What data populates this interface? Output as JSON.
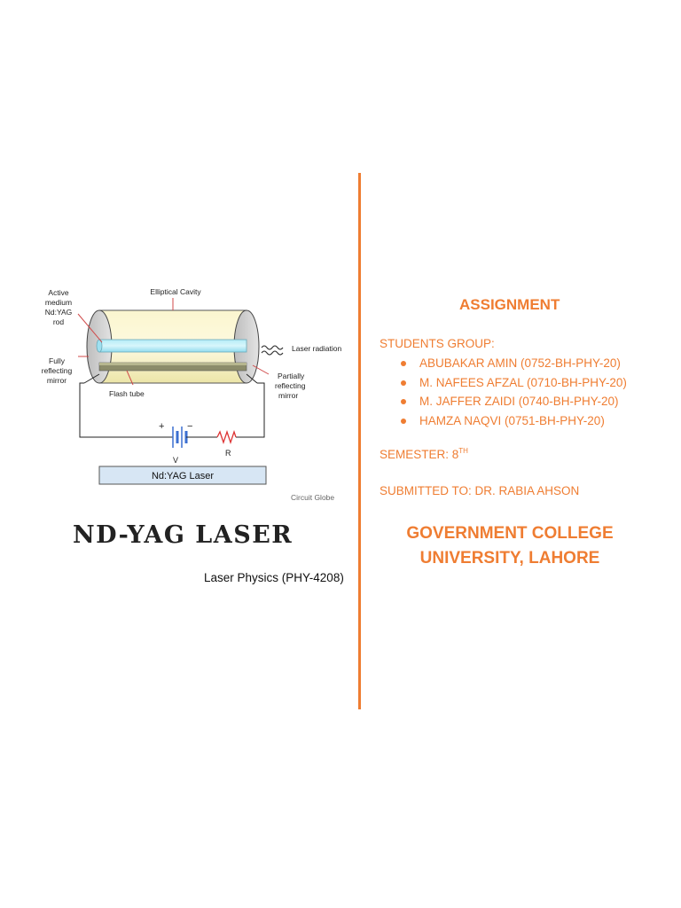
{
  "colors": {
    "accent": "#ef7d32",
    "title": "#222222"
  },
  "diagram": {
    "labels": {
      "active_medium_1": "Active",
      "active_medium_2": "medium",
      "active_medium_3": "Nd:YAG",
      "active_medium_4": "rod",
      "fully_reflecting_1": "Fully",
      "fully_reflecting_2": "reflecting",
      "fully_reflecting_3": "mirror",
      "elliptical_cavity": "Elliptical Cavity",
      "laser_radiation": "Laser radiation",
      "partially_reflecting_1": "Partially",
      "partially_reflecting_2": "reflecting",
      "partially_reflecting_3": "mirror",
      "flash_tube": "Flash tube",
      "plus": "+",
      "minus": "−",
      "voltage": "V",
      "resistor": "R",
      "caption": "Nd:YAG Laser",
      "credit": "Circuit Globe"
    }
  },
  "document": {
    "title": "ND-YAG LASER",
    "course": "Laser Physics (PHY-4208)"
  },
  "assignment": {
    "heading": "ASSIGNMENT",
    "group_label": "STUDENTS GROUP:",
    "students": [
      "ABUBAKAR AMIN (0752-BH-PHY-20)",
      "M. NAFEES AFZAL (0710-BH-PHY-20)",
      "M. JAFFER ZAIDI (0740-BH-PHY-20)",
      "HAMZA NAQVI (0751-BH-PHY-20)"
    ],
    "semester_label": "SEMESTER: 8",
    "semester_suffix": "TH",
    "submitted_to": "SUBMITTED TO: DR. RABIA AHSON",
    "college_line1": "GOVERNMENT COLLEGE",
    "college_line2": "UNIVERSITY, LAHORE"
  }
}
